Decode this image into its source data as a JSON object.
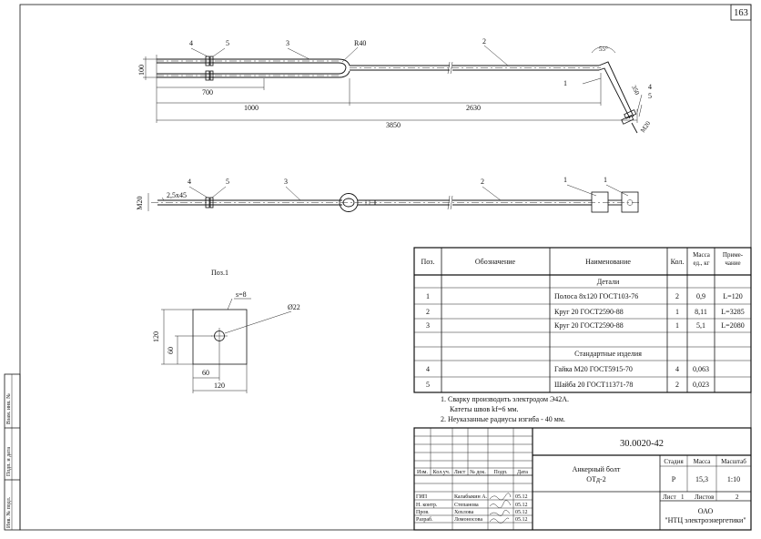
{
  "sheet_number": "163",
  "side_stamps": [
    "Взам. инв. №",
    "Подп. и дата",
    "Инв. № подл."
  ],
  "drawing": {
    "top_view": {
      "positions": [
        "4",
        "5",
        "3",
        "2",
        "1",
        "4",
        "5"
      ],
      "radius_label": "R40",
      "dims": {
        "d100": "100",
        "d700": "700",
        "d1000": "1000",
        "d2630": "2630",
        "d3850": "3850",
        "d350": "350",
        "angle": "55°",
        "thread": "M20"
      }
    },
    "side_view": {
      "positions": [
        "4",
        "5",
        "3",
        "2",
        "1",
        "1"
      ],
      "thread": "M20",
      "chamfer": "2,5x45"
    },
    "plate": {
      "title": "Поз.1",
      "thickness": "s=8",
      "hole": "Ø22",
      "dims": {
        "h120": "120",
        "h60": "60",
        "w60": "60",
        "w120": "120"
      }
    }
  },
  "spec_table": {
    "headers": {
      "pos": "Поз.",
      "designation": "Обозначение",
      "name": "Наименование",
      "qty": "Кол.",
      "mass": "Масса ед., кг",
      "note": "Приме- чание"
    },
    "section_details": "Детали",
    "section_standard": "Стандартные изделия",
    "rows": [
      {
        "pos": "1",
        "name": "Полоса 8х120 ГОСТ103-76",
        "qty": "2",
        "mass": "0,9",
        "note": "L=120"
      },
      {
        "pos": "2",
        "name": "Круг 20 ГОСТ2590-88",
        "qty": "1",
        "mass": "8,11",
        "note": "L=3285"
      },
      {
        "pos": "3",
        "name": "Круг 20 ГОСТ2590-88",
        "qty": "1",
        "mass": "5,1",
        "note": "L=2080"
      },
      {
        "pos": "4",
        "name": "Гайка М20  ГОСТ5915-70",
        "qty": "4",
        "mass": "0,063",
        "note": ""
      },
      {
        "pos": "5",
        "name": "Шайба 20  ГОСТ11371-78",
        "qty": "2",
        "mass": "0,023",
        "note": ""
      }
    ]
  },
  "notes": [
    "1. Сварку производить электродом Э42А.",
    "Катеты швов kf=6 мм.",
    "2. Неуказанные радиусы изгиба - 40 мм."
  ],
  "title_block": {
    "doc_code": "30.0020-42",
    "name_line1": "Анкерный болт",
    "name_line2": "ОТд-2",
    "col_headers": [
      "Изм.",
      "Кол.уч.",
      "Лист",
      "№ док.",
      "Подп.",
      "Дата"
    ],
    "people": [
      {
        "role": "ГИП",
        "name": "Калабыкин А.",
        "date": "05.12"
      },
      {
        "role": "Н. контр.",
        "name": "Степанова",
        "date": "05.12"
      },
      {
        "role": "Пров.",
        "name": "Хохлова",
        "date": "05.12"
      },
      {
        "role": "Разраб.",
        "name": "Ломоносова",
        "date": "05.12"
      }
    ],
    "stage_label": "Стадия",
    "stage": "Р",
    "mass_label": "Масса",
    "mass": "15,3",
    "scale_label": "Масштаб",
    "scale": "1:10",
    "sheet_label": "Лист",
    "sheet": "1",
    "sheets_label": "Листов",
    "sheets": "2",
    "org_line1": "ОАО",
    "org_line2": "\"НТЦ электроэнергетики\""
  }
}
